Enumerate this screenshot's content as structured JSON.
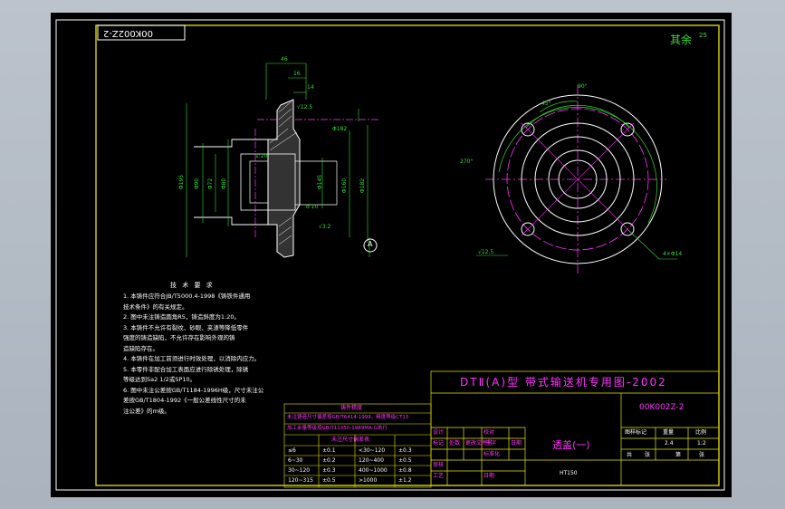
{
  "drawing_no_tag": "00K002Z-2",
  "roughness": {
    "label": "其余",
    "value": "25"
  },
  "title_block": {
    "series_title": "DTⅡ(A)型 带式输送机专用图-2002",
    "drawing_code": "00K002Z-2",
    "part_name": "透盖(一)",
    "material": "HT150",
    "mark_labels": [
      "图样标记",
      "重量",
      "比例"
    ],
    "weight": "2.4",
    "scale": "1:2",
    "sheet_labels": [
      "共",
      "张",
      "第",
      "张"
    ],
    "revision_headers": [
      "标记",
      "处数",
      "更改文件号",
      "签字",
      "日期"
    ],
    "role_labels": [
      "设计",
      "校对",
      "标准化",
      "审核",
      "工艺",
      "日期"
    ]
  },
  "notes": {
    "title": "技 术 要 求",
    "lines": [
      "1. 本铸件应符合JB/T5000.4-1998《铸铁件通用",
      "   技术条件》的有关规定。",
      "2. 图中未注铸造圆角R5，铸造斜度为1:20。",
      "3. 本铸件不允许有裂纹、砂眼、夹渣等降低零件",
      "   强度的铸造缺陷，不允许存在影响外观的铸",
      "   造缺陷存在。",
      "4. 本铸件在加工前须进行时效处理，以消除内应力。",
      "5. 本零件非配合加工表面应进行除锈处理，除锈",
      "   等级达到Sa2 1/2或SP10。",
      "6. 图中未注公差按GB/T1184-1996H级，尺寸未注公",
      "   差按GB/T1804-1992《一般公差线性尺寸的未",
      "   注公差》的m级。"
    ]
  },
  "tolerance_table": {
    "title": "铸件精度",
    "note_lines": [
      "未注铸造尺寸偏差按GB/T6414-1999，精度等级CT13",
      "加工余量等级按GB/T11350-1989MA-G执行"
    ],
    "header": "未注尺寸偏差表",
    "rows": [
      [
        "≤6",
        "±0.1",
        "<30~120",
        "±0.3"
      ],
      [
        "6~30",
        "±0.2",
        "120~400",
        "±0.5"
      ],
      [
        "30~120",
        "±0.3",
        "400~1000",
        "±0.8"
      ],
      [
        "120~315",
        "±0.5",
        ">1000",
        "±1.2"
      ]
    ]
  },
  "section_view": {
    "dims_top": [
      "46",
      "16",
      "14"
    ],
    "dims_side": [
      "Φ195",
      "Φ90",
      "Φ72",
      "Φ80",
      "Φ145",
      "Φ160",
      "Φ182",
      "Φ182"
    ],
    "notes": [
      "√12.5",
      "√3.2",
      "1:20",
      "d 10"
    ],
    "datum": "A"
  },
  "plan_view": {
    "angle_top": "90°",
    "angle_inner": "45°",
    "angle_arc": "270°",
    "hole_callout": "4×Φ14",
    "surface": "√12.5"
  }
}
